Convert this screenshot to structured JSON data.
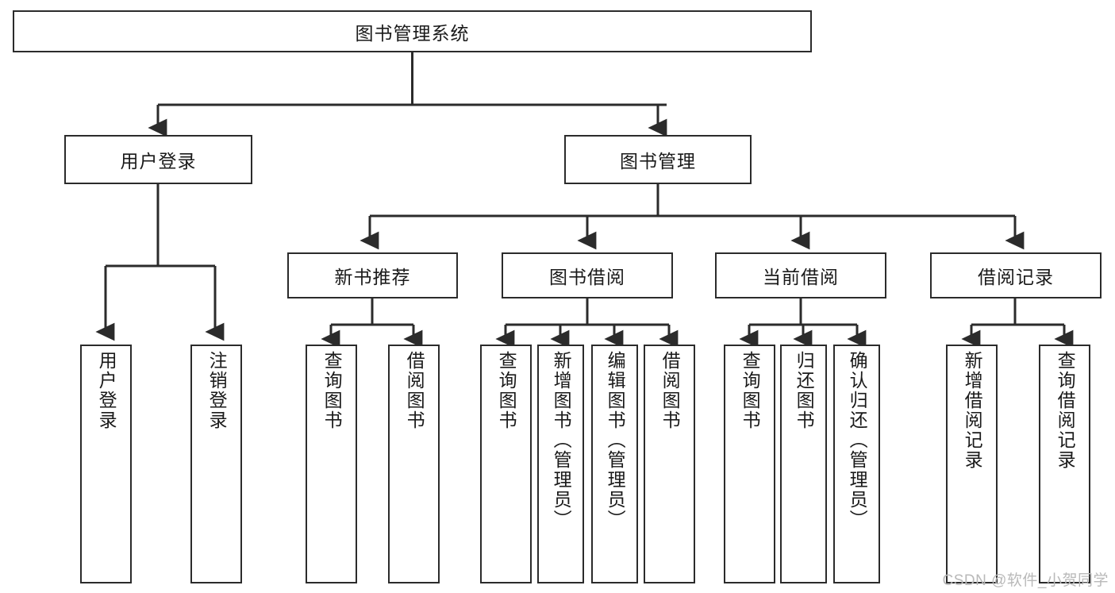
{
  "diagram": {
    "type": "tree-hierarchy",
    "title": "图书管理系统",
    "watermark": "CSDN @软件_小贺同学",
    "colors": {
      "stroke": "#2b2b2b",
      "fill": "#ffffff",
      "text": "#1a1a1a",
      "watermark": "#b9b9b9"
    },
    "root": {
      "label": "图书管理系统"
    },
    "level2": [
      {
        "label": "用户登录"
      },
      {
        "label": "图书管理"
      }
    ],
    "level3": [
      {
        "label": "新书推荐"
      },
      {
        "label": "图书借阅"
      },
      {
        "label": "当前借阅"
      },
      {
        "label": "借阅记录"
      }
    ],
    "leaves": {
      "user_login": [
        {
          "label": "用户登录"
        },
        {
          "label": "注销登录"
        }
      ],
      "new_book_recommend": [
        {
          "label": "查询图书"
        },
        {
          "label": "借阅图书"
        }
      ],
      "book_borrow": [
        {
          "label": "查询图书"
        },
        {
          "label": "新增图书（管理员）"
        },
        {
          "label": "编辑图书（管理员）"
        },
        {
          "label": "借阅图书"
        }
      ],
      "current_borrow": [
        {
          "label": "查询图书"
        },
        {
          "label": "归还图书"
        },
        {
          "label": "确认归还（管理员）"
        }
      ],
      "borrow_record": [
        {
          "label": "新增借阅记录"
        },
        {
          "label": "查询借阅记录"
        }
      ]
    }
  }
}
